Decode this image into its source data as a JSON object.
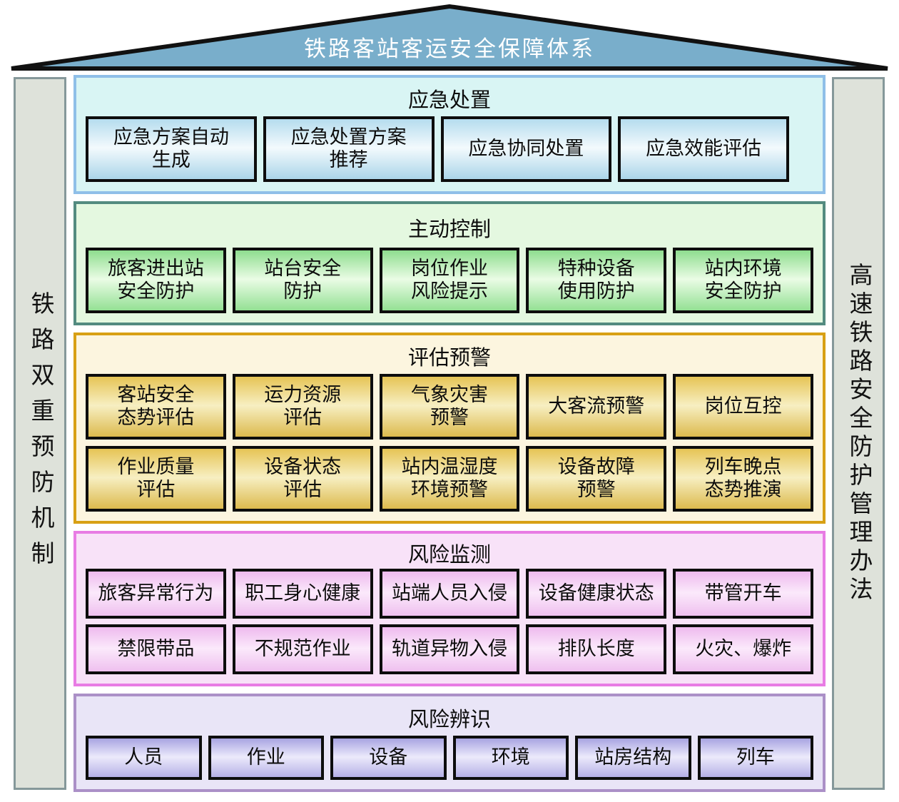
{
  "roof": {
    "title": "铁路客站客运安全保障体系",
    "fill_color": "#79aecb",
    "border_color": "#111111",
    "text_color": "#ffffff"
  },
  "pillars": {
    "left_label": "铁路双重预防机制",
    "right_label": "高速铁路安全防护管理办法",
    "fill_color": "#dee2da",
    "border_color": "#85989a"
  },
  "sections": [
    {
      "id": "emergency-response",
      "title": "应急处置",
      "colors": {
        "bg": "#d9f5f4",
        "border": "#8fbfe8",
        "box_top": "#b5dcee",
        "box_mid": "#f3fafd",
        "box_bottom": "#abd5e9"
      },
      "rows": [
        [
          "应急方案自动\n生成",
          "应急处置方案\n推荐",
          "应急协同处置",
          "应急效能评估"
        ]
      ]
    },
    {
      "id": "active-control",
      "title": "主动控制",
      "colors": {
        "bg": "#e4f8e0",
        "border": "#538b80",
        "box_top": "#8edd8e",
        "box_mid": "#eafce5",
        "box_bottom": "#94e094"
      },
      "rows": [
        [
          "旅客进出站\n安全防护",
          "站台安全\n防护",
          "岗位作业\n风险提示",
          "特种设备\n使用防护",
          "站内环境\n安全防护"
        ]
      ]
    },
    {
      "id": "assessment-warning",
      "title": "评估预警",
      "colors": {
        "bg": "#fcf5df",
        "border": "#d8a014",
        "box_top": "#e6c455",
        "box_mid": "#f7efc2",
        "box_bottom": "#dcba4e"
      },
      "rows": [
        [
          "客站安全\n态势评估",
          "运力资源\n评估",
          "气象灾害\n预警",
          "大客流预警",
          "岗位互控"
        ],
        [
          "作业质量\n评估",
          "设备状态\n评估",
          "站内温湿度\n环境预警",
          "设备故障\n预警",
          "列车晚点\n态势推演"
        ]
      ]
    },
    {
      "id": "risk-monitoring",
      "title": "风险监测",
      "colors": {
        "bg": "#f8e2f8",
        "border": "#e87ce4",
        "box_top": "#eebaee",
        "box_mid": "#fbe9fb",
        "box_bottom": "#efc0ef"
      },
      "rows": [
        [
          "旅客异常行为",
          "职工身心健康",
          "站端人员入侵",
          "设备健康状态",
          "带管开车"
        ],
        [
          "禁限带品",
          "不规范作业",
          "轨道异物入侵",
          "排队长度",
          "火灾、爆炸"
        ]
      ]
    },
    {
      "id": "risk-identification",
      "title": "风险辨识",
      "colors": {
        "bg": "#e9e5f7",
        "border": "#ab90c7",
        "box_top": "#a8a4e1",
        "box_mid": "#eceafb",
        "box_bottom": "#b5b0e7"
      },
      "rows": [
        [
          "人员",
          "作业",
          "设备",
          "环境",
          "站房结构",
          "列车"
        ]
      ]
    }
  ]
}
